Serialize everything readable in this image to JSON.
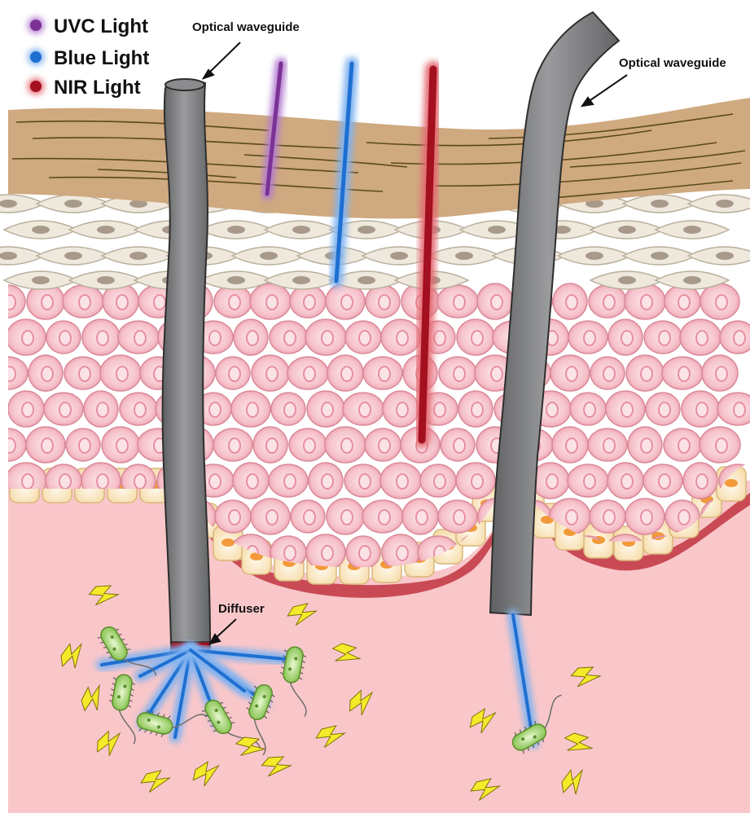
{
  "legend": {
    "items": [
      {
        "label": "UVC Light",
        "color": "#7b3294"
      },
      {
        "label": "Blue Light",
        "color": "#1f6fd1"
      },
      {
        "label": "NIR Light",
        "color": "#a3101f"
      }
    ]
  },
  "annotations": {
    "waveguide_left": "Optical waveguide",
    "waveguide_right": "Optical waveguide",
    "diffuser": "Diffuser"
  },
  "colors": {
    "dermis": "#f9c7c9",
    "basement_membrane": "#c94a55",
    "basal_cells": "#fde9c4",
    "basal_nucleus": "#f29a3a",
    "epidermis_cells": "#f7c6cf",
    "spinous_nucleus": "#f08a9e",
    "granular_cells": "#efe9dd",
    "stratum_corneum": "#cfa97f",
    "waveguide": "#7c7d7f",
    "bacteria": "#9fd16b",
    "lightning": "#f5ea2a"
  }
}
